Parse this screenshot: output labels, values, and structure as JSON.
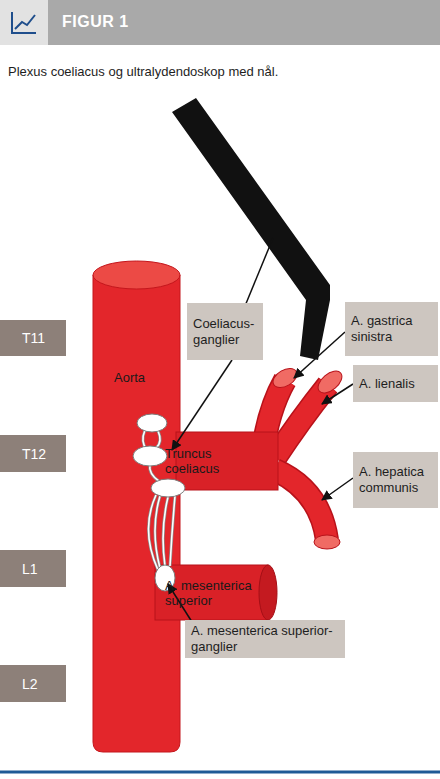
{
  "diagram": {
    "title": "FIGUR 1",
    "caption": "Plexus coeliacus og ultralydendoskop med nål.",
    "nodes": [
      {
        "text": [
          "Coeliacus-ganglier"
        ]
      },
      {
        "text": [
          "A. gastrica sinistra"
        ]
      },
      {
        "text": [
          "T11"
        ]
      },
      {
        "text": [
          "A. lienalis"
        ]
      },
      {
        "text": [
          "T12"
        ]
      },
      {
        "text": [
          "A. hepatica communis"
        ]
      },
      {
        "text": [
          "L1"
        ]
      },
      {
        "text": [
          "A. mesenterica superior-ganglier"
        ]
      },
      {
        "text": [
          "L2"
        ]
      }
    ],
    "labels": [
      "Aorta",
      "Truncus coeliacus",
      "A. mesenterica superior"
    ]
  }
}
